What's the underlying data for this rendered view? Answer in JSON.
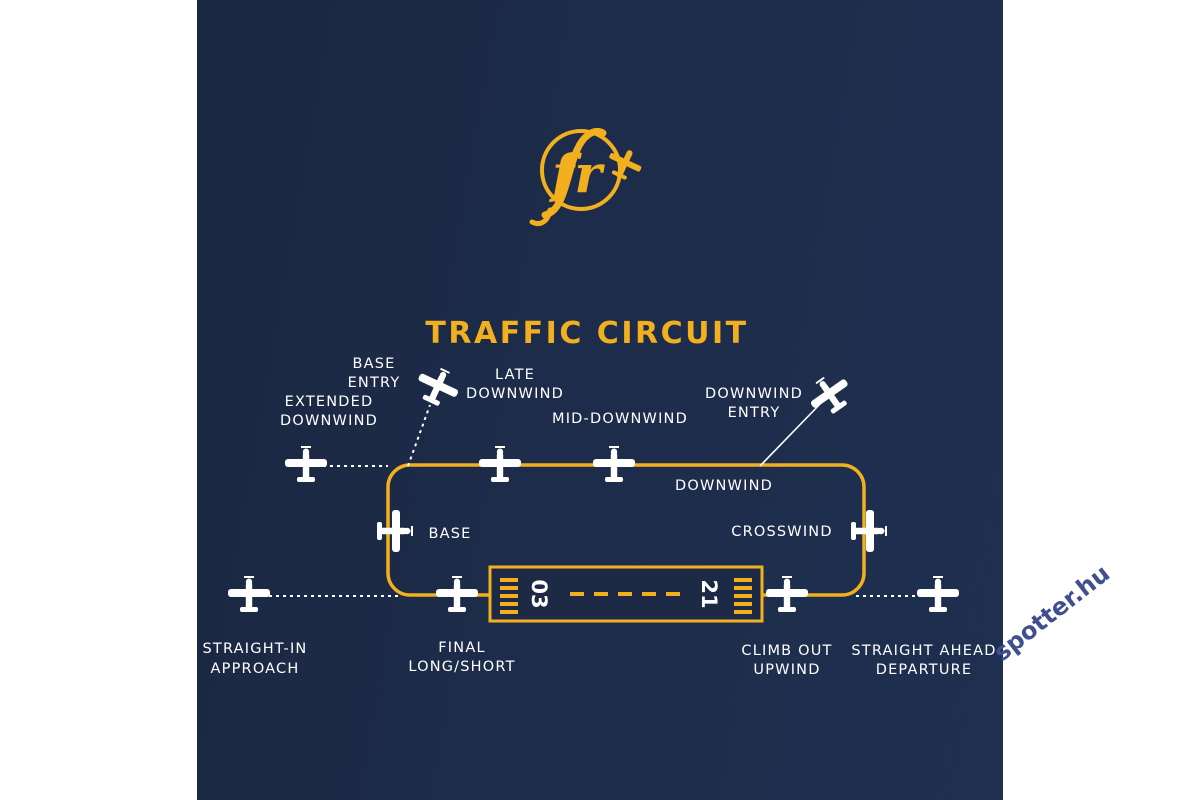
{
  "brand": {
    "logo_text": "fr"
  },
  "title": "TRAFFIC CIRCUIT",
  "runway": {
    "left_number": "03",
    "right_number": "21"
  },
  "legs": {
    "base_entry": [
      "BASE",
      "ENTRY"
    ],
    "late_downwind": [
      "LATE",
      "DOWNWIND"
    ],
    "extended_downwind": [
      "EXTENDED",
      "DOWNWIND"
    ],
    "mid_downwind": "MID-DOWNWIND",
    "downwind_entry": [
      "DOWNWIND",
      "ENTRY"
    ],
    "downwind": "DOWNWIND",
    "base": "BASE",
    "crosswind": "CROSSWIND",
    "straight_in_approach": [
      "STRAIGHT-IN",
      "APPROACH"
    ],
    "final": [
      "FINAL",
      "LONG/SHORT"
    ],
    "climb_out": [
      "CLIMB OUT",
      "UPWIND"
    ],
    "straight_ahead_departure": [
      "STRAIGHT AHEAD",
      "DEPARTURE"
    ]
  },
  "watermark": "spotter.hu",
  "colors": {
    "background": "#1d2c4a",
    "accent": "#f2b01e",
    "text": "#ffffff",
    "watermark": "#3f4f8f"
  }
}
